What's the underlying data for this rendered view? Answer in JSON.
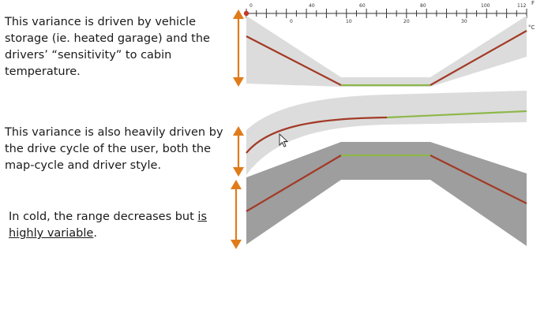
{
  "annotations": {
    "block1": "This variance is driven by vehicle storage (ie. heated garage) and the drivers’ “sensitivity” to cabin temperature.",
    "block2": "This variance is also heavily driven by the drive cycle of the user, both the map-cycle and driver style.",
    "block3_prefix": "In cold, the range decreases but ",
    "block3_emphasis": "is highly variable",
    "block3_suffix": "."
  },
  "scale": {
    "fahrenheit_unit": "F",
    "celsius_unit": "°C",
    "fahrenheit_labels": [
      "0",
      "40",
      "60",
      "80",
      "100",
      "112"
    ],
    "celsius_labels": [
      "0",
      "10",
      "20",
      "30"
    ]
  },
  "colors": {
    "arrow": "#e07b1a",
    "cold_line": "#a33a26",
    "comfort_line": "#8db84a",
    "light_band": "#dcdcdc",
    "dark_band": "#9e9e9e",
    "slider": "#c0392b"
  }
}
